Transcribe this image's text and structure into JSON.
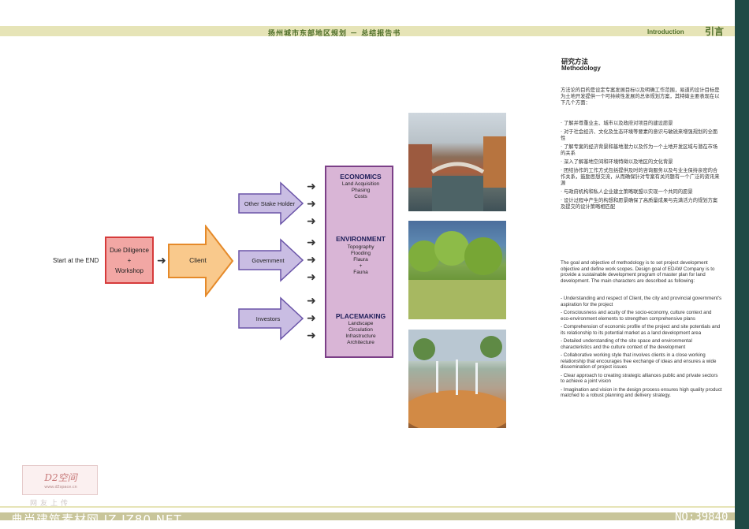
{
  "header": {
    "title_cn": "扬州城市东部地区规划 － 总结报告书",
    "section_en": "Introduction",
    "section_cn": "引言"
  },
  "diagram": {
    "start_label": "Start at the END",
    "due_diligence": [
      "Due Diligence",
      "+",
      "Workshop"
    ],
    "client": "Client",
    "stakeholders": [
      "Other Stake Holder",
      "Government",
      "Investors"
    ],
    "categories": [
      {
        "title": "ECONOMICS",
        "items": [
          "Land Acquisition",
          "Phasing",
          "Costs"
        ]
      },
      {
        "title": "ENVIRONMENT",
        "items": [
          "Topography",
          "Flooding",
          "Flaura",
          "+",
          "Fauna"
        ]
      },
      {
        "title": "PLACEMAKING",
        "items": [
          "Landscape",
          "Circulation",
          "Infrastructure",
          "Architecture"
        ]
      }
    ],
    "arrow_glyph": "➜"
  },
  "methodology": {
    "title_cn": "研究方法",
    "title_en": "Methodology",
    "intro_cn": "方法论的目的是设定专案发展目标以及明确工作范围，易道的设计目标是为土地开发提供一个可持续性发展的总体规划方案，其特徵主要表现在以下几个方面：",
    "points_cn": [
      "· 了解并尊重业主、城市以及政府对项目的建设愿景",
      "· 对于社会经济、文化及生态环境等要素的意识与敏锐来增强规划的全面性",
      "· 了解专案的经济背景和基地潜力以及作为一个土地开发区域与潜在市场的关系",
      "· 深入了解基地空间和环境特徵以及地区的文化背景",
      "· 团结协作的工作方式包括提供及时的咨询服务以及与业主保持亲密的合作关系，鼓励思想交流，从而确保针对专案有关问题有一个广泛的资讯来源",
      "· 与政府机构和私人企业建立策略联盟以实现一个共同的愿景",
      "· 设计过程中产生的构想和愿景确保了高质量成果与完满活力的规划方案及提交的设计策略相匹配"
    ],
    "intro_en": "The goal and objective of methodology is to set project development objective and define work scopes. Design goal of EDAW Company is to provide a sustainable development program of master plan for land development. The main characters are described as following:",
    "points_en": [
      "-  Understanding and respect of Client, the city and provincial government's aspiration for the project",
      "- Consciousness and acuity of the socio-economy, culture context and eco-environment elements to strengthen comprehensive plans",
      "- Comprehension of economic profile of the project and site potentials and its relationship to its potential market as a land development area",
      "-  Detailed understanding of the site space and environmental characteristics and the culture context of the development",
      "- Collaborative working style that involves clients in a close working relationship that encourages free exchange of ideas and ensures a wide dissemination of project issues",
      "- Clear approach to creating strategic alliances public and private sectors to achieve a joint vision",
      "- Imagination and vision in the design process ensures high quality product matched to a robust planning and delivery strategy."
    ]
  },
  "watermark": {
    "logo_text": "D2空间",
    "logo_url": "www.d2space.cn",
    "upload_text": "网友上传",
    "site_text": "典尚建筑素材网 JZ.JZ80.NET",
    "number_text": "NO:39840"
  },
  "colors": {
    "header_band": "#e6e4b7",
    "header_text": "#4f6f2a",
    "right_strip": "#1f4a45",
    "dd_fill": "#f2a7a4",
    "dd_border": "#d63b3b",
    "client_fill": "#f9c98c",
    "client_border": "#e58a2a",
    "stake_fill": "#c9bde3",
    "stake_border": "#6a54a8",
    "category_fill": "#d9b5d6",
    "category_border": "#7b3f87"
  }
}
